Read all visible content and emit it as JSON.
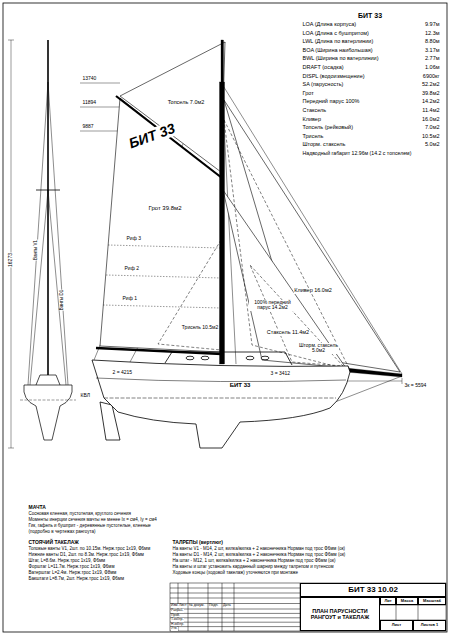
{
  "diagram": {
    "nodes": [
      {
        "text": [
          "БИТ 33 10.02"
        ]
      },
      {
        "text": [
          "ПЛАН ПАРУСНОСТИ РАНГОУТ и ТАКЕЛАЖ"
        ]
      },
      {
        "text": [
          "Лит"
        ]
      },
      {
        "text": [
          "Масса"
        ]
      },
      {
        "text": [
          "Масштаб"
        ]
      },
      {
        "text": [
          "Лист"
        ]
      },
      {
        "text": [
          "Листов 1"
        ]
      }
    ],
    "labels": [
      "БИТ 33",
      "LOA (Длина корпуса)",
      "9.97м",
      "LOA (Длина с бушпритом)",
      "12.3м",
      "LWL (Длина по ватерлинии)",
      "8.80м",
      "BOA (Ширина наибольшая)",
      "3.17м",
      "BWL (Ширина по ватерлинии)",
      "2.77м",
      "DRAFT (осадка)",
      "1.06м",
      "DISPL (водоизмещение)",
      "6900кг",
      "SA (парусность)",
      "52.2м2",
      "Грот",
      "39.8м2",
      "Передний парус 100%",
      "14.2м2",
      "Стаксель",
      "11.4м2",
      "Кливер",
      "16.0м2",
      "Топсель (рейковый)",
      "7.0м2",
      "Трисель",
      "10.5м2",
      "Шторм. стаксель",
      "5.0м2",
      "Надводный габарит 12.96м (14.2 с топселем)",
      "БИТ 33",
      "Топсель 7.0м2",
      "Грот 39.8м2",
      "Риф 3",
      "Риф 2",
      "Риф 1",
      "Трисель 10.5м2",
      "Кливер 16.0м2",
      "Стаксель 11.4м2",
      "100% передний парус 14.2м2",
      "Шторм. стаксель 5.0м2",
      "2 = 4215",
      "3 = 3412",
      "3к = 5594",
      "БИТ 33",
      "КВЛ",
      "13740",
      "11894",
      "9887",
      "16273",
      "Ванты V1",
      "Ванты D1",
      "МАЧТА",
      "Сосновая клееная, пустотелая, круглого сечения",
      "Моменты инерции сечения мачты не менее Ix = см4, Iy = см4",
      "Гик, гафель и бушприт - деревянные пустотелые, клееные",
      "(подробно в чертежах рангоута)",
      "СТОЯЧИЙ ТАКЕЛАЖ",
      "Топовые ванты V1, 2шт. по 10.15м. Нерж.трос 1х19, Ф6мм",
      "Нижние ванты D1, 2шт. по 8.3м. Нерж.трос 1х19, Ф6мм",
      "Штаг, L=8.6м. Нерж.трос 1х19, Ф6мм",
      "Форштаг L=11.7м. Нерж.трос 1х19, Ф6мм",
      "Ватерштаг L=2.4м. Нерж.трос 1х19, Ф8мм",
      "Бакштаги L=8.7м, 2шт. Нерж.трос 1х19, Ф6мм",
      "ТАЛРЕПЫ (вертлюг)",
      "На ванты V1 - М14, 2 шт, вилка/вилка + 2 наконечника Норман под трос Ф6мм (ок)",
      "На ванты D1 - М14, 2 шт, вилка/вилка + 2 наконечника Норман под трос Ф6мм (ок)",
      "На штаг - М12, 1 шт, вилка/вилка + 2 наконечника Норман под трос Ф6мм (ок)",
      "На ванты и штаг установить карданный шарнир между талрепом и путенсом",
      "Ходовые концы (ходовой такелаж) уточняются при монтаже",
      "Изм.",
      "Лист",
      "№ докум.",
      "Подп.",
      "Дата",
      "Разраб.",
      "Пров.",
      "Т.контр.",
      "Н.контр.",
      "Утв."
    ]
  }
}
